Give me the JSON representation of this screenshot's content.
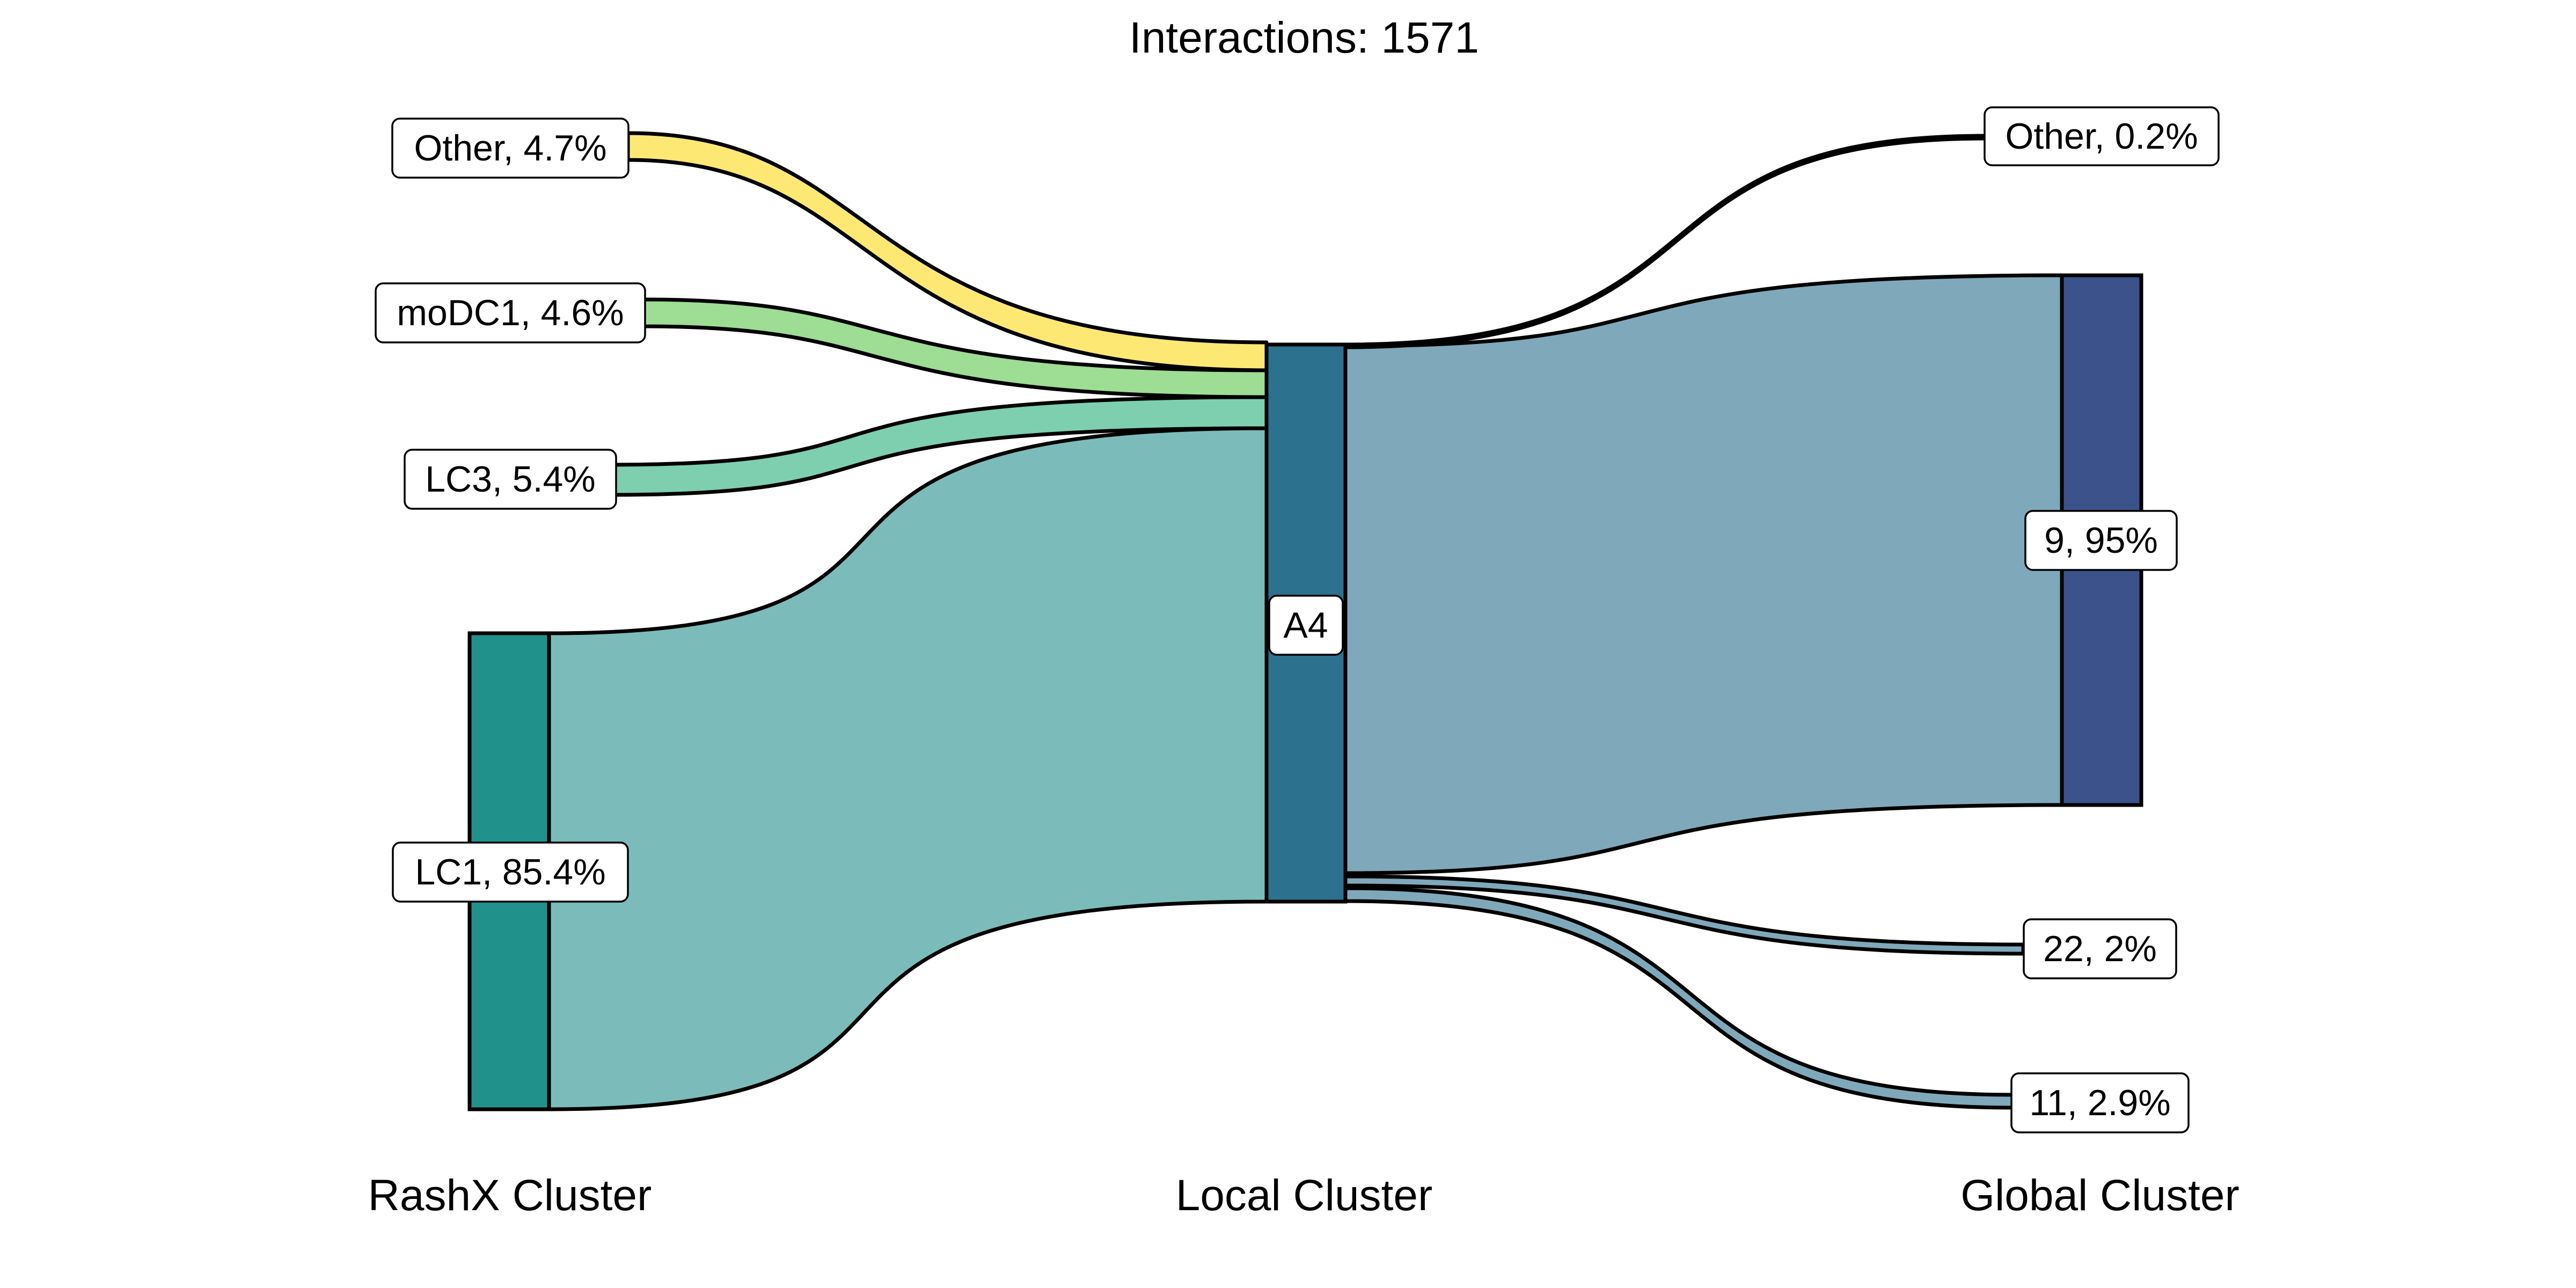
{
  "title": "Interactions: 1571",
  "axes": {
    "left": "RashX Cluster",
    "middle": "Local Cluster",
    "right": "Global Cluster"
  },
  "nodes": {
    "left": [
      {
        "label": "Other, 4.7%",
        "name": "Other",
        "percent": 4.7,
        "color": "#fde874"
      },
      {
        "label": "moDC1, 4.6%",
        "name": "moDC1",
        "percent": 4.6,
        "color": "#9edd94"
      },
      {
        "label": "LC3, 5.4%",
        "name": "LC3",
        "percent": 5.4,
        "color": "#7dcfb0"
      },
      {
        "label": "LC1, 85.4%",
        "name": "LC1",
        "percent": 85.4,
        "color": "#7bbcba",
        "bar_color": "#21918c"
      }
    ],
    "middle": [
      {
        "label": "A4",
        "name": "A4",
        "color": "#7fa9bb",
        "bar_color": "#2c728e"
      }
    ],
    "right": [
      {
        "label": "Other, 0.2%",
        "name": "Other",
        "percent": 0.2
      },
      {
        "label": "9, 95%",
        "name": "9",
        "percent": 95,
        "bar_color": "#3b528b"
      },
      {
        "label": "22, 2%",
        "name": "22",
        "percent": 2
      },
      {
        "label": "11, 2.9%",
        "name": "11",
        "percent": 2.9
      }
    ]
  }
}
